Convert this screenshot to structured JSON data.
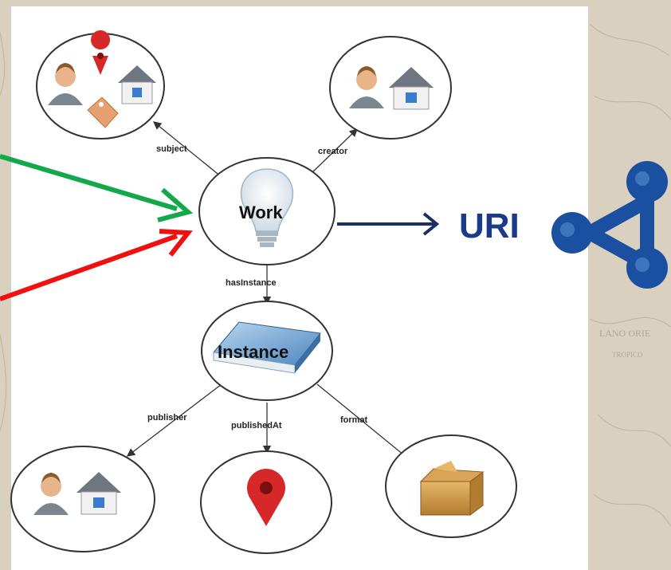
{
  "nodes": {
    "work": "Work",
    "instance": "Instance"
  },
  "edges": {
    "subject": "subject",
    "creator": "creator",
    "hasInstance": "hasInstance",
    "publisher": "publisher",
    "publishedAt": "publishedAt",
    "format": "format"
  },
  "uri": {
    "label": "URI"
  },
  "colors": {
    "green_arrow": "#13a94b",
    "red_arrow": "#f01010",
    "uri_arrow": "#1a2e66",
    "uri_text": "#1b3a8a",
    "rdf_logo": "#1b4fa0",
    "edge_line": "#333333"
  }
}
